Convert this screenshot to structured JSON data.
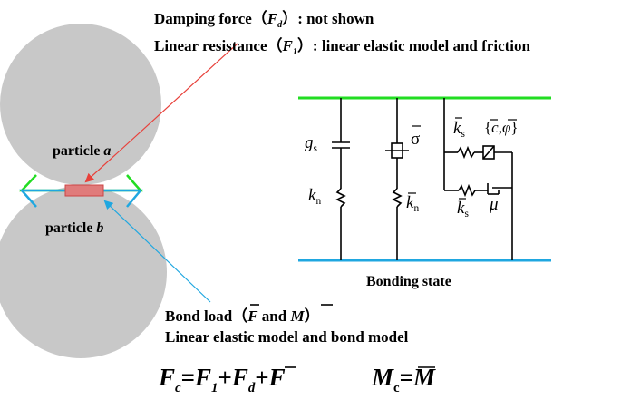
{
  "header": {
    "damping_label": "Damping force（",
    "damping_sym": "F",
    "damping_sub": "d",
    "damping_tail": "）: not shown",
    "linear_label": "Linear resistance（",
    "linear_sym": "F",
    "linear_sub": "1",
    "linear_tail": "）: linear elastic model and friction"
  },
  "particles": {
    "a_label": "particle ",
    "a_sym": "a",
    "b_label": "particle ",
    "b_sym": "b"
  },
  "bond": {
    "line1_pre": "Bond load（",
    "line1_F": "F",
    "line1_and": " and ",
    "line1_M": "M",
    "line1_post": "）",
    "line2": "Linear elastic model and bond model"
  },
  "circuit": {
    "gs": "g",
    "gs_sub": "s",
    "kn": "k",
    "kn_sub": "n",
    "sigma": "σ",
    "kn_bar": "k",
    "kn_bar_sub": "n",
    "ks_top": "k",
    "ks_top_sub": "s",
    "c_phi": "{c,φ}",
    "c": "c",
    "phi": "φ",
    "brace_open": "{",
    "comma": ",",
    "brace_close": "}",
    "ks_bot": "k",
    "ks_bot_sub": "s",
    "mu": "μ",
    "caption": "Bonding state"
  },
  "equations": {
    "fc_F": "F",
    "fc_sub": "c",
    "fc_eq": "=",
    "fc_F1": "F",
    "fc_1": "1",
    "fc_plus1": "+",
    "fc_Fd": "F",
    "fc_d": "d",
    "fc_plus2": "+",
    "fc_Fbar": "F",
    "mc_M": "M",
    "mc_sub": "c",
    "mc_eq": "=",
    "mc_Mbar": "M"
  },
  "colors": {
    "particle_fill": "#c8c8c8",
    "green": "#22dd22",
    "blue": "#1fa7e0",
    "red_arrow": "#e8403a",
    "contact_fill": "#e07b7b"
  }
}
